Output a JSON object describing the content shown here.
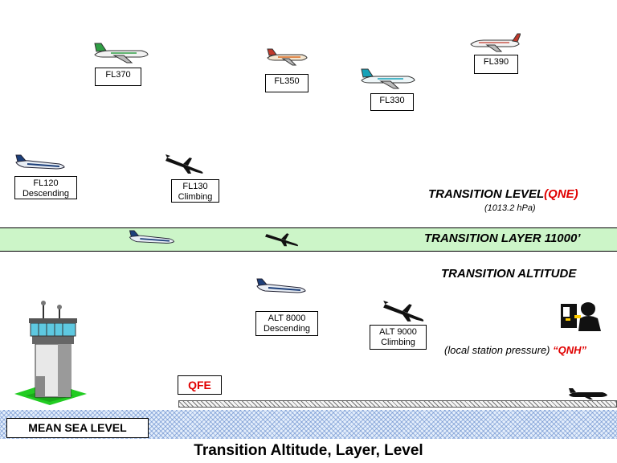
{
  "aircraft_labels": {
    "fl370": "FL370",
    "fl350": "FL350",
    "fl330": "FL330",
    "fl390": "FL390",
    "fl120_line1": "FL120",
    "fl120_line2": "Descending",
    "fl130_line1": "FL130",
    "fl130_line2": "Climbing",
    "alt8000_line1": "ALT 8000",
    "alt8000_line2": "Descending",
    "alt9000_line1": "ALT 9000",
    "alt9000_line2": "Climbing"
  },
  "transition_level": {
    "text": "TRANSITION LEVEL",
    "qne": "(QNE)",
    "pressure": "(1013.2 hPa)"
  },
  "transition_layer": "TRANSITION LAYER 11000’",
  "transition_altitude": "TRANSITION ALTITUDE",
  "qnh": {
    "text": "(local station pressure) ",
    "code": "“QNH”"
  },
  "qfe": "QFE",
  "mean_sea_level": "MEAN SEA LEVEL",
  "caption": "Transition Altitude, Layer, Level",
  "colors": {
    "accent_red": "#e00000",
    "layer_green": "#ccf5c8",
    "helipad_green": "#22cc22",
    "sea_blue": "#e4eefb"
  },
  "icons": [
    "airliner-icon",
    "control-tower-icon",
    "atc-controller-icon"
  ]
}
